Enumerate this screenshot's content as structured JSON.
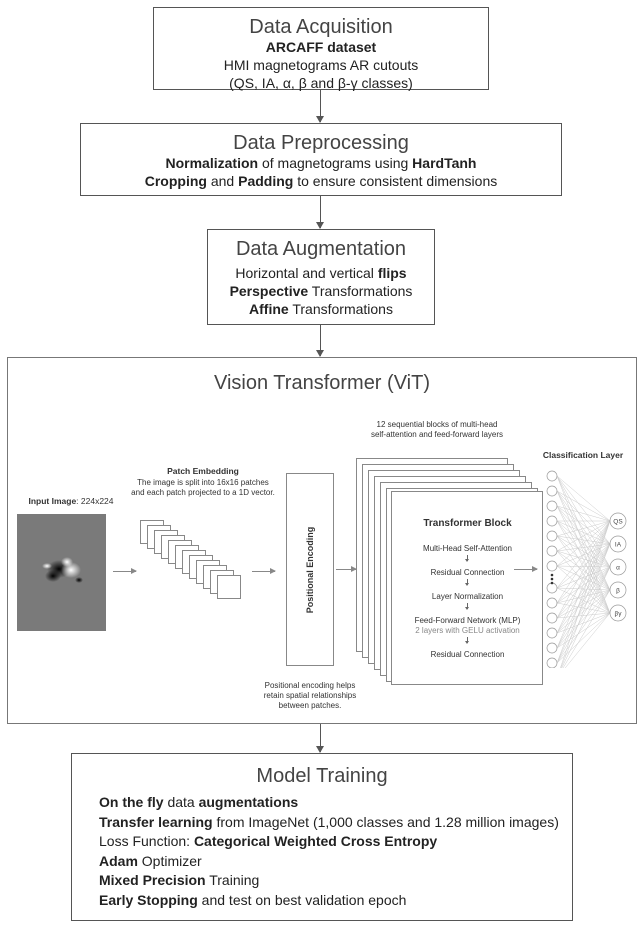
{
  "acquisition": {
    "title": "Data Acquisition",
    "line1": "ARCAFF dataset",
    "line2": "HMI magnetograms AR cutouts",
    "line3": "(QS, IA, α, β and β-γ classes)"
  },
  "preprocessing": {
    "title": "Data Preprocessing",
    "l1_b1": "Normalization",
    "l1_t1": " of magnetograms using ",
    "l1_b2": "HardTanh",
    "l2_b1": "Cropping",
    "l2_t1": " and ",
    "l2_b2": "Padding",
    "l2_t2": " to ensure consistent dimensions"
  },
  "augmentation": {
    "title": "Data Augmentation",
    "l1_t": "Horizontal and vertical ",
    "l1_b": "flips",
    "l2_b": "Perspective",
    "l2_t": " Transformations",
    "l3_b": "Affine",
    "l3_t": " Transformations"
  },
  "vit": {
    "title": "Vision Transformer (ViT)",
    "input_label_b": "Input Image",
    "input_label_t": ": 224x224",
    "patch_title": "Patch Embedding",
    "patch_desc1": "The image is split into 16x16 patches",
    "patch_desc2": "and each patch projected to a 1D vector.",
    "pos_enc_label": "Positional Encoding",
    "pos_note1": "Positional encoding helps",
    "pos_note2": "retain spatial relationships",
    "pos_note3": "between patches.",
    "blocks_note1": "12 sequential blocks of multi-head",
    "blocks_note2": "self-attention and feed-forward layers",
    "tb_title": "Transformer Block",
    "tb_steps": [
      "Multi-Head Self-Attention",
      "Residual Connection",
      "Layer Normalization",
      "Feed-Forward Network (MLP)",
      "Residual Connection"
    ],
    "tb_mlp_note": "2 layers with GELU activation",
    "cls_title": "Classification Layer",
    "cls_outputs": [
      "QS",
      "IA",
      "α",
      "β",
      "βγ"
    ]
  },
  "training": {
    "title": "Model Training",
    "l1_b": "On the fly",
    "l1_t": " data ",
    "l1_b2": "augmentations",
    "l2_b": "Transfer learning",
    "l2_t": " from ImageNet (1,000 classes and 1.28 million images)",
    "l3_t": "Loss Function: ",
    "l3_b": "Categorical Weighted Cross Entropy",
    "l4_b": "Adam",
    "l4_t": " Optimizer",
    "l5_b": "Mixed Precision",
    "l5_t": " Training",
    "l6_b": "Early Stopping",
    "l6_t": " and test on best validation epoch"
  }
}
